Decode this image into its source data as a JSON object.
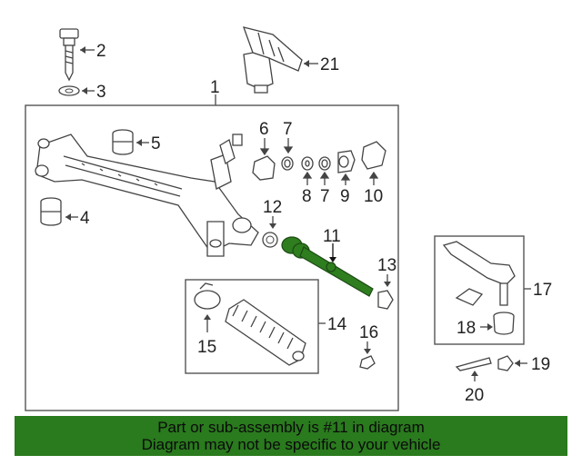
{
  "callouts": {
    "c1": "1",
    "c2": "2",
    "c3": "3",
    "c4": "4",
    "c5": "5",
    "c6": "6",
    "c7a": "7",
    "c7b": "7",
    "c8": "8",
    "c9": "9",
    "c10": "10",
    "c11": "11",
    "c12": "12",
    "c13": "13",
    "c14": "14",
    "c15": "15",
    "c16": "16",
    "c17": "17",
    "c18": "18",
    "c19": "19",
    "c20": "20",
    "c21": "21"
  },
  "banner": {
    "line1": "Part or sub-assembly is #11 in diagram",
    "line2": "Diagram may not be specific to your vehicle"
  },
  "colors": {
    "highlight": "#2e7d1f",
    "banner": "#2a7a1e",
    "line": "#555555"
  }
}
